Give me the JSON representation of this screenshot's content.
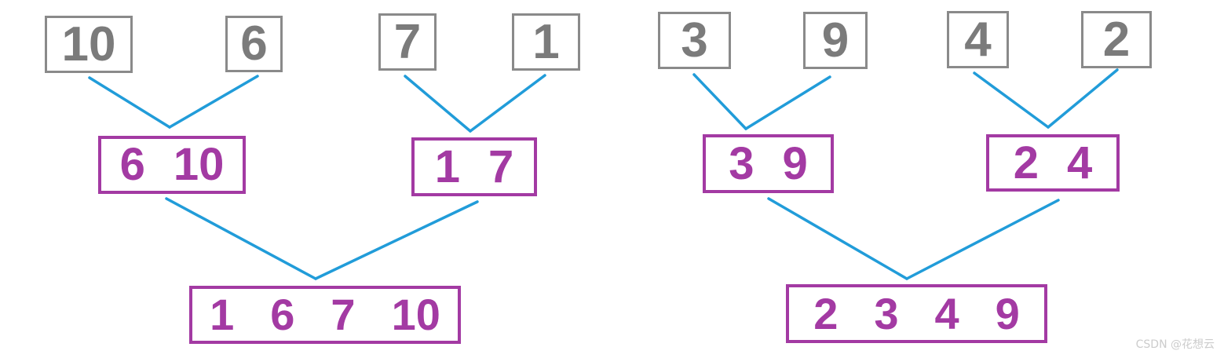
{
  "watermark": "CSDN @花想云",
  "colors": {
    "box_border_gray": "#8a8a8a",
    "leaf_text_gray": "#7b7b7b",
    "purple": "#a33aa3",
    "line_blue": "#219cd9",
    "watermark_gray": "#cccccc"
  },
  "trees": [
    {
      "leaves": [
        "10",
        "6",
        "7",
        "1"
      ],
      "pairs": [
        [
          "6",
          "10"
        ],
        [
          "1",
          "7"
        ]
      ],
      "merged": [
        "1",
        "6",
        "7",
        "10"
      ]
    },
    {
      "leaves": [
        "3",
        "9",
        "4",
        "2"
      ],
      "pairs": [
        [
          "3",
          "9"
        ],
        [
          "2",
          "4"
        ]
      ],
      "merged": [
        "2",
        "3",
        "4",
        "9"
      ]
    }
  ]
}
